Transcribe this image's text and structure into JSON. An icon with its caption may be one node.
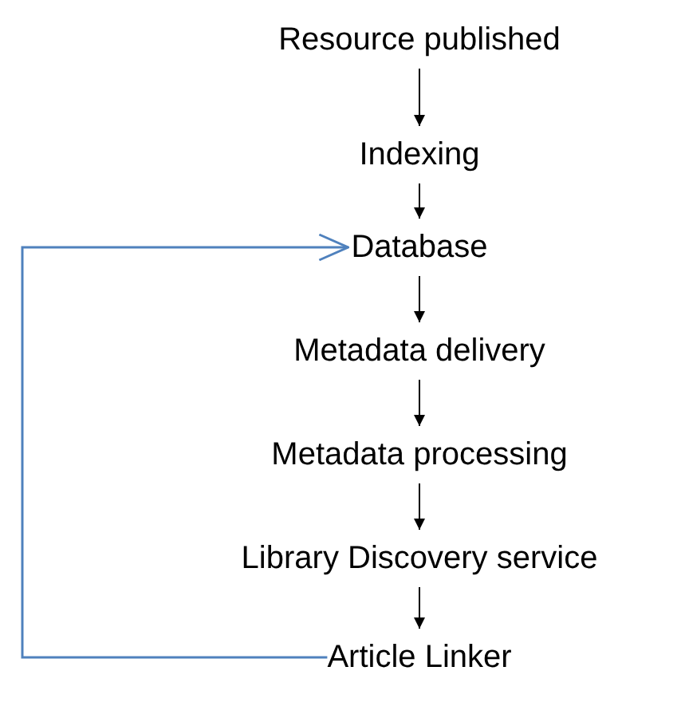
{
  "diagram": {
    "nodes": [
      {
        "text": [
          "Resource published"
        ]
      },
      {
        "text": [
          "Indexing"
        ]
      },
      {
        "text": [
          "Database"
        ]
      },
      {
        "text": [
          "Metadata delivery"
        ]
      },
      {
        "text": [
          "Metadata processing"
        ]
      },
      {
        "text": [
          "Library Discovery service"
        ]
      },
      {
        "text": [
          "Article Linker"
        ]
      }
    ],
    "edges": [
      {
        "from": 0,
        "to": 1,
        "arrow": "to"
      },
      {
        "from": 1,
        "to": 2,
        "arrow": "to"
      },
      {
        "from": 2,
        "to": 3,
        "arrow": "to"
      },
      {
        "from": 3,
        "to": 4,
        "arrow": "to"
      },
      {
        "from": 4,
        "to": 5,
        "arrow": "to"
      },
      {
        "from": 5,
        "to": 6,
        "arrow": "to"
      },
      {
        "from": 6,
        "to": 2,
        "arrow": "to",
        "color": "#4f81bd"
      }
    ]
  }
}
